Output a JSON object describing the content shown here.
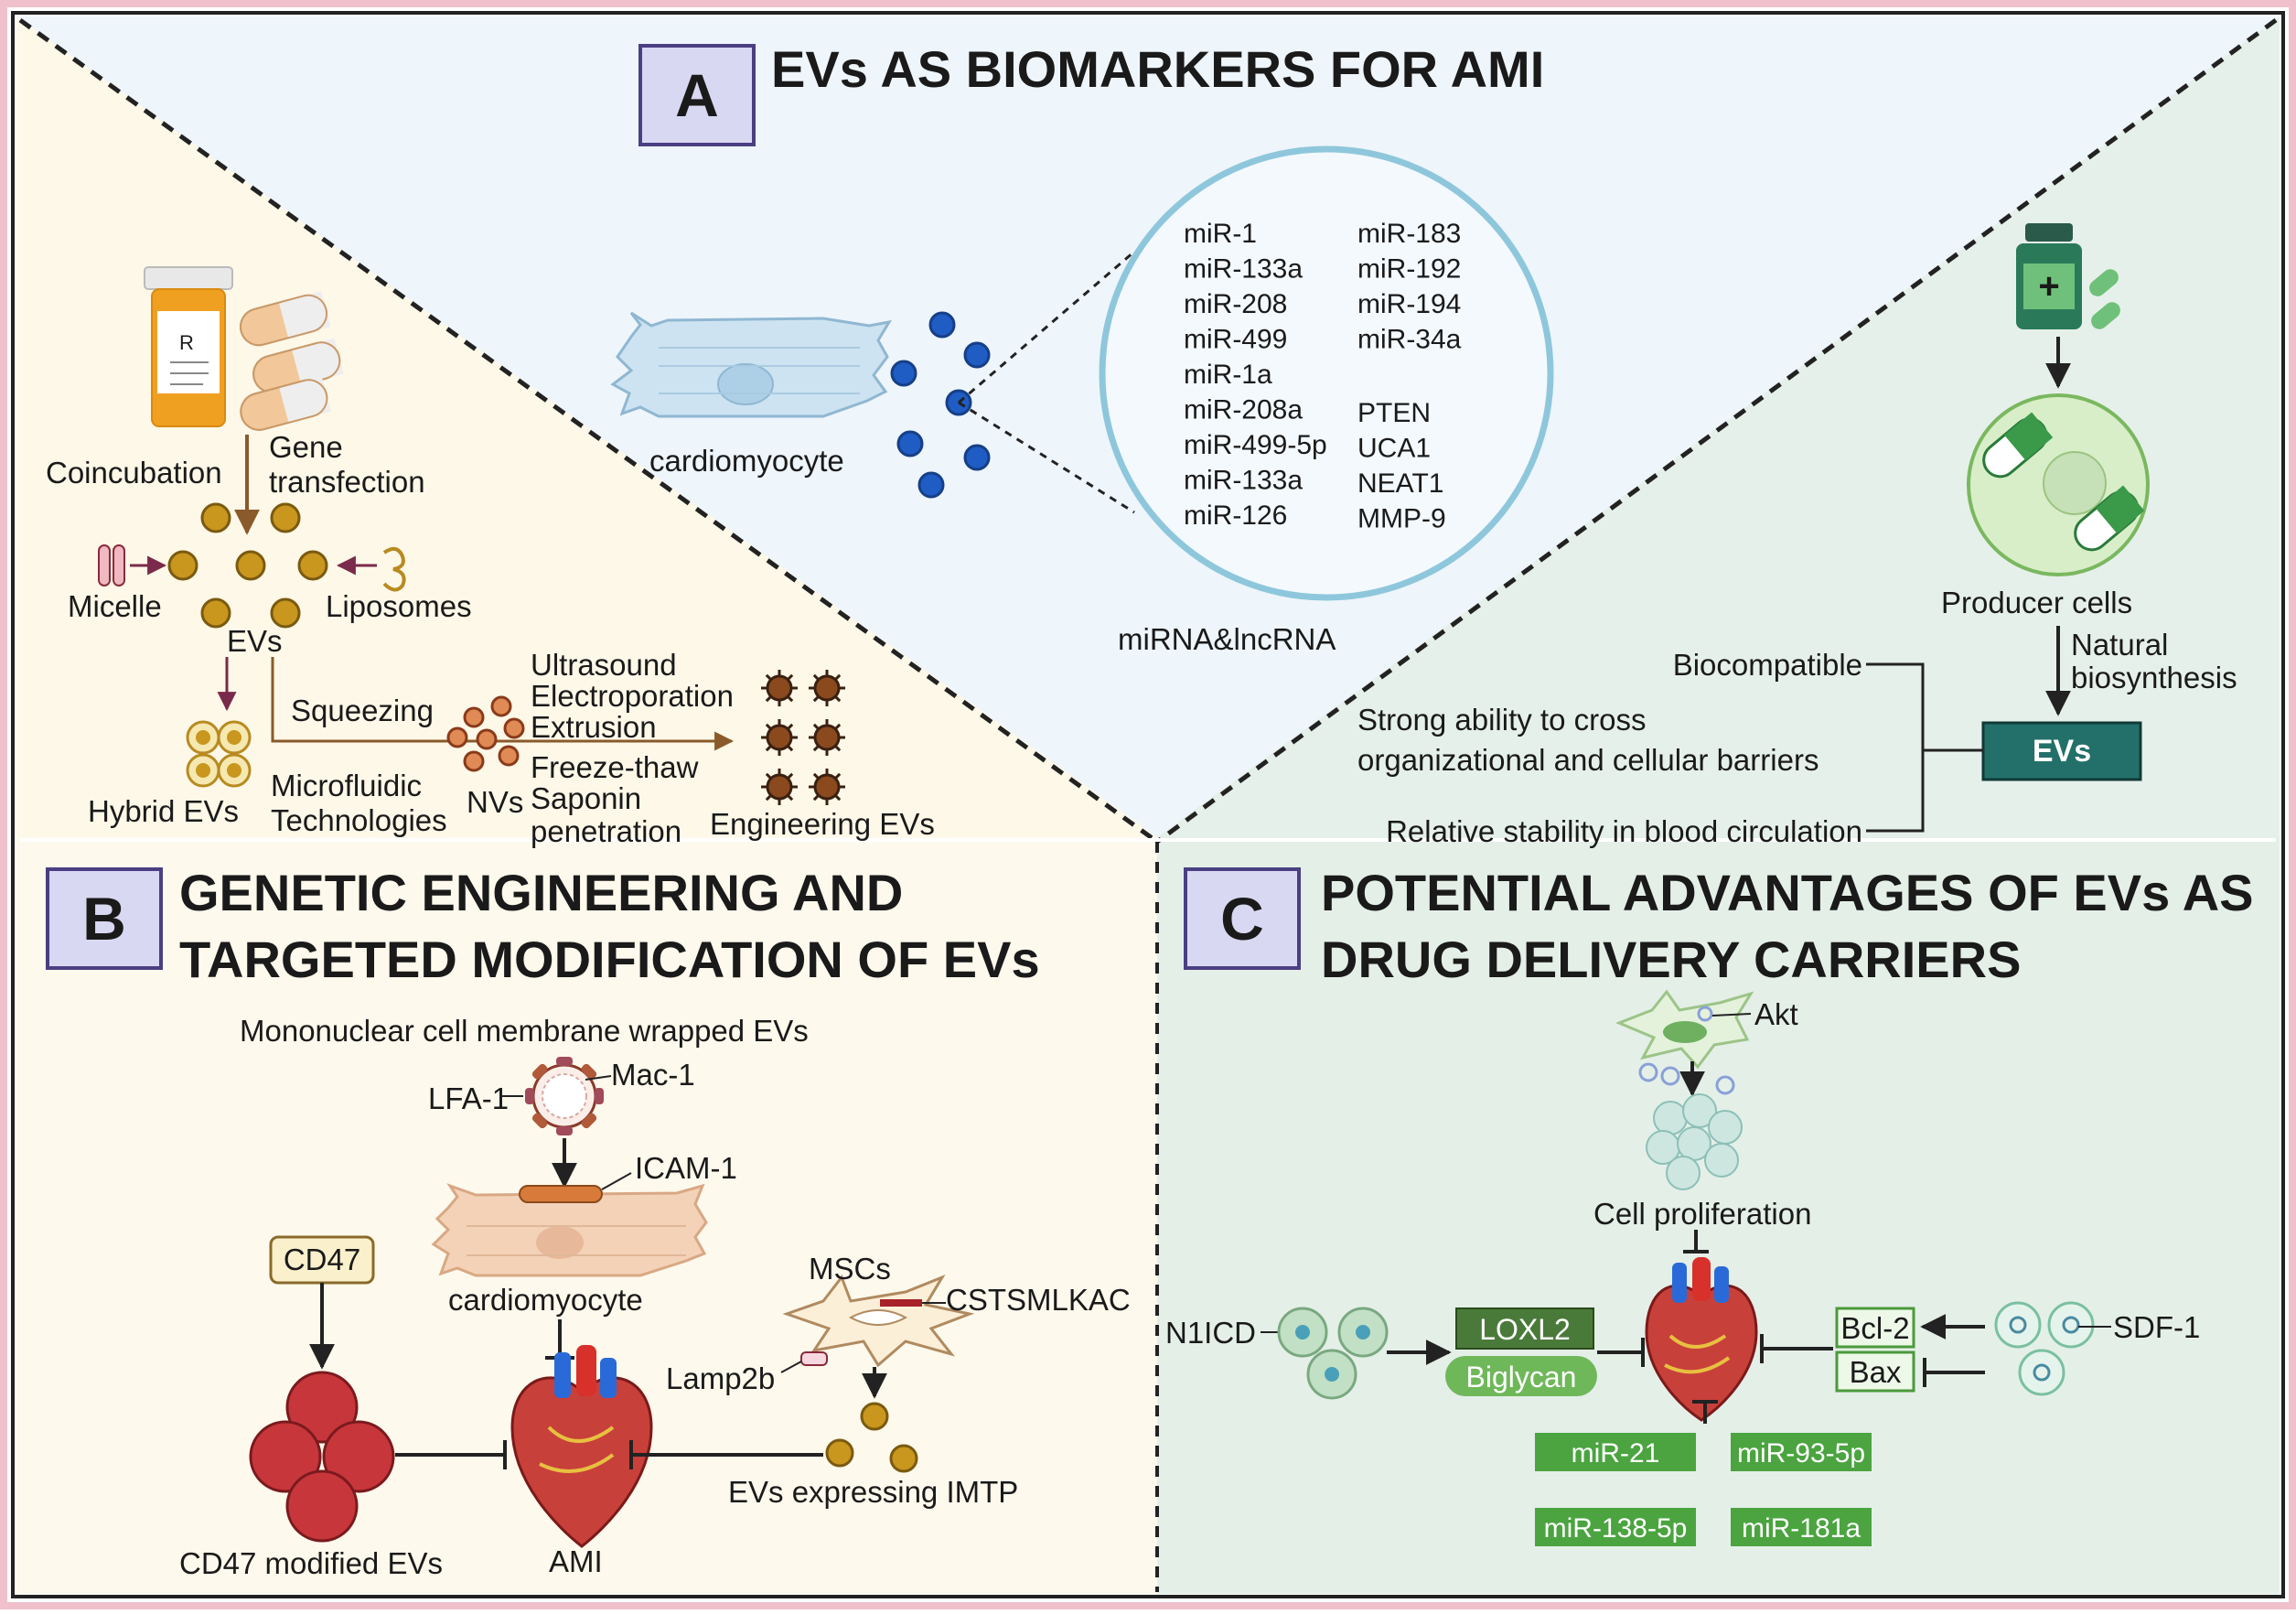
{
  "panel_a": {
    "letter": "A",
    "title": "EVs AS BIOMARKERS FOR AMI",
    "cell_label": "cardiomyocyte",
    "circle_caption": "miRNA&lncRNA",
    "left_markers": [
      "miR-1",
      "miR-133a",
      "miR-208",
      "miR-499",
      "miR-1a",
      "miR-208a",
      "miR-499-5p",
      "miR-133a",
      "miR-126"
    ],
    "right_markers_top": [
      "miR-183",
      "miR-192",
      "miR-194",
      "miR-34a"
    ],
    "right_markers_bottom": [
      "PTEN",
      "UCA1",
      "NEAT1",
      "MMP-9"
    ]
  },
  "left_panel": {
    "coincubation": "Coincubation",
    "gene_transfection_1": "Gene",
    "gene_transfection_2": "transfection",
    "micelle": "Micelle",
    "liposomes": "Liposomes",
    "evs": "EVs",
    "squeezing": "Squeezing",
    "hybrid_evs": "Hybrid EVs",
    "microfluidic_1": "Microfluidic",
    "microfluidic_2": "Technologies",
    "nvs": "NVs",
    "ultrasound": "Ultrasound",
    "electroporation": "Electroporation",
    "extrusion": "Extrusion",
    "freeze_thaw": "Freeze-thaw",
    "saponin_1": "Saponin",
    "saponin_2": "penetration",
    "engineering_evs": "Engineering EVs"
  },
  "right_panel": {
    "producer_cells": "Producer cells",
    "natural_1": "Natural",
    "natural_2": "biosynthesis",
    "evs_box": "EVs",
    "adv_1": "Biocompatible",
    "adv_2a": "Strong ability to cross",
    "adv_2b": "organizational and cellular barriers",
    "adv_3": "Relative stability in blood circulation"
  },
  "panel_b": {
    "letter": "B",
    "title_1": "GENETIC ENGINEERING AND",
    "title_2": "TARGETED MODIFICATION OF EVs",
    "mono_caption": "Mononuclear cell membrane wrapped EVs",
    "lfa1": "LFA-1",
    "mac1": "Mac-1",
    "icam1": "ICAM-1",
    "cd47": "CD47",
    "cardiomyocyte": "cardiomyocyte",
    "mscs": "MSCs",
    "cstsmlkac": "CSTSMLKAC",
    "lamp2b": "Lamp2b",
    "cd47_modified": "CD47 modified EVs",
    "ami": "AMI",
    "evs_imtp": "EVs expressing IMTP"
  },
  "panel_c": {
    "letter": "C",
    "title_1": "POTENTIAL ADVANTAGES OF EVs AS",
    "title_2": "DRUG DELIVERY CARRIERS",
    "akt": "Akt",
    "cell_proliferation": "Cell proliferation",
    "n1icd": "N1ICD",
    "loxl2": "LOXL2",
    "biglycan": "Biglycan",
    "bcl2": "Bcl-2",
    "bax": "Bax",
    "sdf1": "SDF-1",
    "mir21": "miR-21",
    "mir93": "miR-93-5p",
    "mir138": "miR-138-5p",
    "mir181": "miR-181a"
  },
  "colors": {
    "panel_a_bg": "#eef5fb",
    "left_bg": "#fdf8e8",
    "right_bg": "#e6f0ea",
    "panel_b_bg": "#fdf9ec",
    "panel_c_bg": "#e4efe8",
    "letter_box": "#d9d8f2",
    "letter_border": "#4a3f82",
    "ev_gold": "#c9961e",
    "ev_blue": "#1f5cc4",
    "ev_red": "#c7363a",
    "teal_box": "#23706a",
    "green_label": "#4ba440",
    "outer_border": "#f0c0cc"
  }
}
